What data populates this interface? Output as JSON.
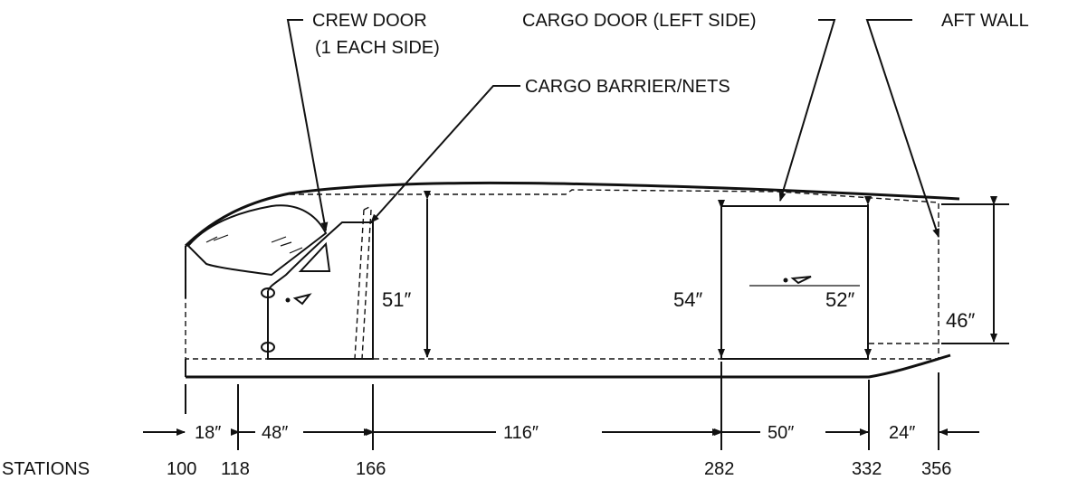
{
  "callouts": {
    "crew_door_line1": "CREW DOOR",
    "crew_door_line2": "(1 EACH SIDE)",
    "cargo_barrier": "CARGO BARRIER/NETS",
    "cargo_door": "CARGO DOOR (LEFT SIDE)",
    "aft_wall": "AFT WALL"
  },
  "heights": {
    "cabin": "51″",
    "door_front": "54″",
    "door_rear": "52″",
    "aft": "46″"
  },
  "spans": {
    "s1": "18″",
    "s2": "48″",
    "s3": "116″",
    "s4": "50″",
    "s5": "24″"
  },
  "stations": {
    "label": "STATIONS",
    "values": [
      "100",
      "118",
      "166",
      "282",
      "332",
      "356"
    ]
  }
}
